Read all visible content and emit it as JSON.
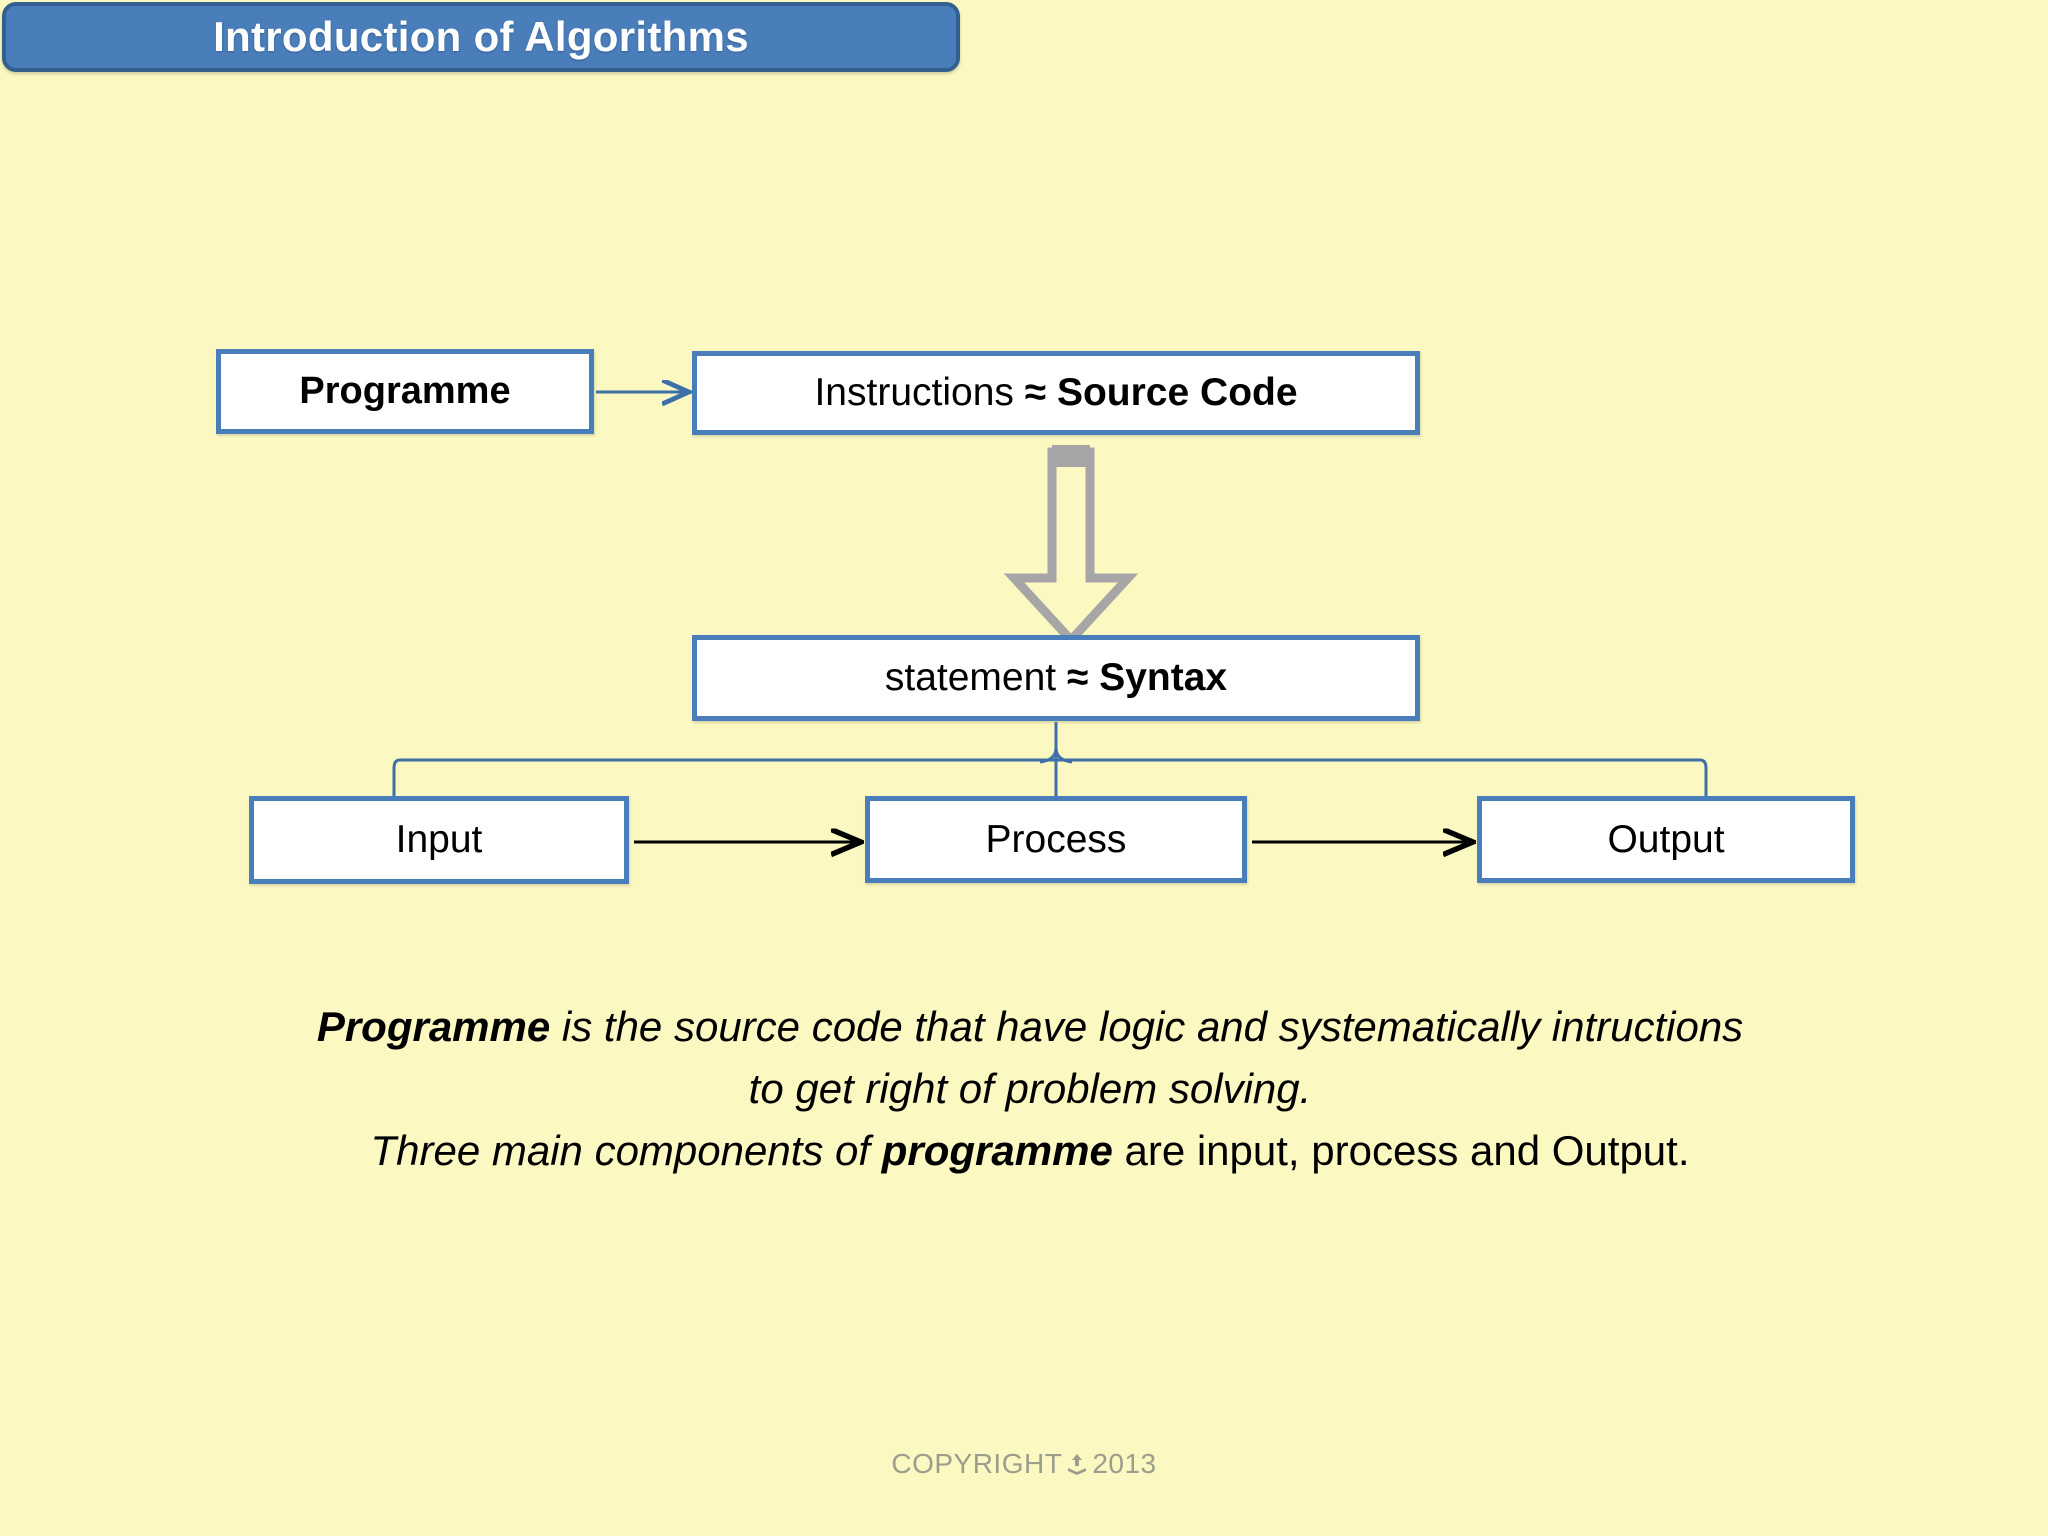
{
  "slide": {
    "background_color": "#fbf8c1",
    "title": {
      "text": "Introduction of Algorithms",
      "fill_color": "#4a7ebb",
      "border_color": "#33608f",
      "text_color": "#ffffff"
    }
  },
  "diagram": {
    "accent_color": "#4a7ebb",
    "arrow_color_gray": "#a6a6a6",
    "arrow_color_black": "#000000",
    "boxes": [
      {
        "id": "programme",
        "label_plain": "Programme",
        "label_regular": "",
        "label_bold": "Programme"
      },
      {
        "id": "instructions",
        "label_plain": "Instructions  ≈ Source Code",
        "label_regular": "Instructions ",
        "label_bold": " ≈ Source Code"
      },
      {
        "id": "statement",
        "label_plain": "statement ≈ Syntax",
        "label_regular": "statement ",
        "label_bold": "≈ Syntax"
      },
      {
        "id": "input",
        "label_plain": "Input",
        "label_regular": "Input",
        "label_bold": ""
      },
      {
        "id": "process",
        "label_plain": "Process",
        "label_regular": "Process",
        "label_bold": ""
      },
      {
        "id": "output",
        "label_plain": "Output",
        "label_regular": "Output",
        "label_bold": ""
      }
    ]
  },
  "body": {
    "line1_bold_italic": "Programme",
    "line1_italic": " is  the source code that have logic and systematically intructions",
    "line2_italic": "to get right of problem solving.",
    "line3_italic_a": "Three main components of ",
    "line3_bold_italic": "programme",
    "line3_upright": " are input, process and Output."
  },
  "footer": {
    "copyright_word": "COPYRIGHT",
    "year": "2013",
    "color": "#9d9d8e"
  }
}
